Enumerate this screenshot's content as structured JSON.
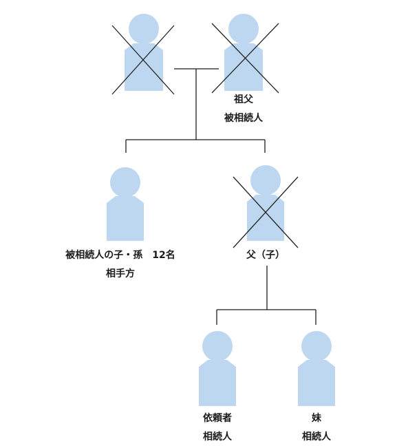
{
  "persons": {
    "grandmother": {
      "deceased": true,
      "name": "",
      "role": ""
    },
    "grandfather": {
      "deceased": true,
      "name": "祖父",
      "role": "被相続人"
    },
    "children": {
      "deceased": false,
      "name": "被相続人の子・孫　12名",
      "role": "相手方"
    },
    "father": {
      "deceased": true,
      "name": "父（子）",
      "role": ""
    },
    "client": {
      "deceased": false,
      "name": "依頼者",
      "role": "相続人"
    },
    "sister": {
      "deceased": false,
      "name": "妹",
      "role": "相続人"
    }
  },
  "colors": {
    "figure": "#bcd7ef",
    "line": "#1a1a1a",
    "cross": "#222222",
    "text": "#1a1a1a"
  }
}
